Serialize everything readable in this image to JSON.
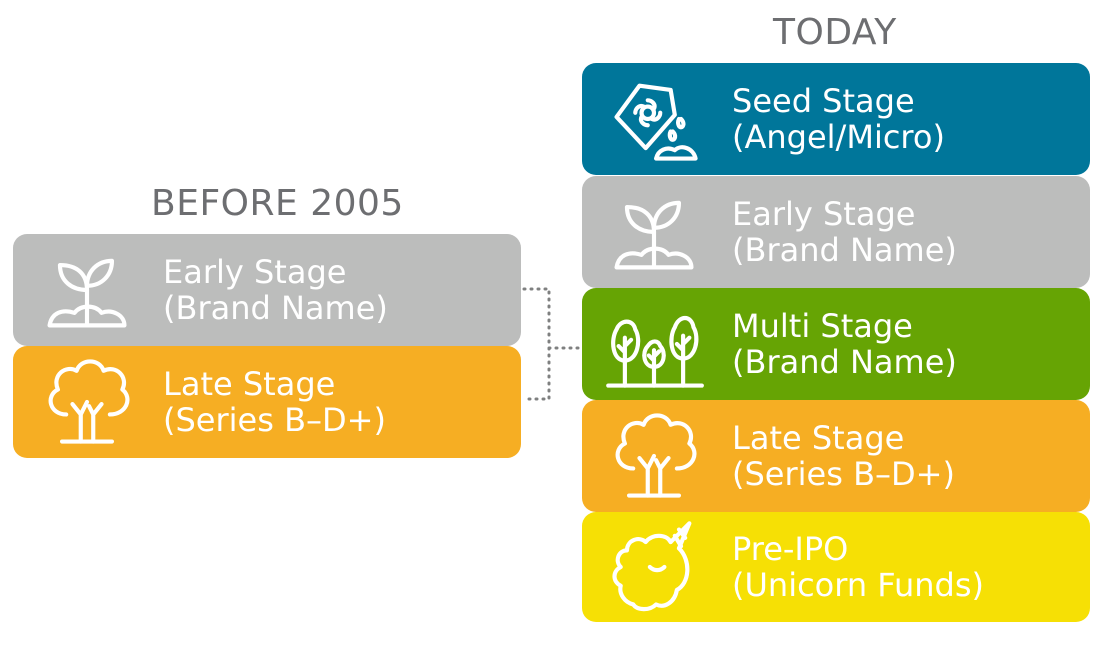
{
  "before": {
    "heading": "BEFORE 2005",
    "boxes": [
      {
        "line1": "Early Stage",
        "line2": "(Brand Name)",
        "icon": "sprout-icon",
        "color": "#bcbdbc"
      },
      {
        "line1": "Late Stage",
        "line2": "(Series B–D+)",
        "icon": "tree-icon",
        "color": "#f6ae23"
      }
    ]
  },
  "today": {
    "heading": "TODAY",
    "boxes": [
      {
        "line1": "Seed Stage",
        "line2": "(Angel/Micro)",
        "icon": "seed-bag-icon",
        "color": "#00769a"
      },
      {
        "line1": "Early Stage",
        "line2": "(Brand Name)",
        "icon": "sprout-icon",
        "color": "#bcbdbc"
      },
      {
        "line1": "Multi Stage",
        "line2": "(Brand Name)",
        "icon": "forest-icon",
        "color": "#66a404"
      },
      {
        "line1": "Late Stage",
        "line2": "(Series B–D+)",
        "icon": "tree-icon",
        "color": "#f6ae23"
      },
      {
        "line1": "Pre-IPO",
        "line2": "(Unicorn Funds)",
        "icon": "unicorn-icon",
        "color": "#f6e005"
      }
    ]
  },
  "connector_color": "#7f8080"
}
